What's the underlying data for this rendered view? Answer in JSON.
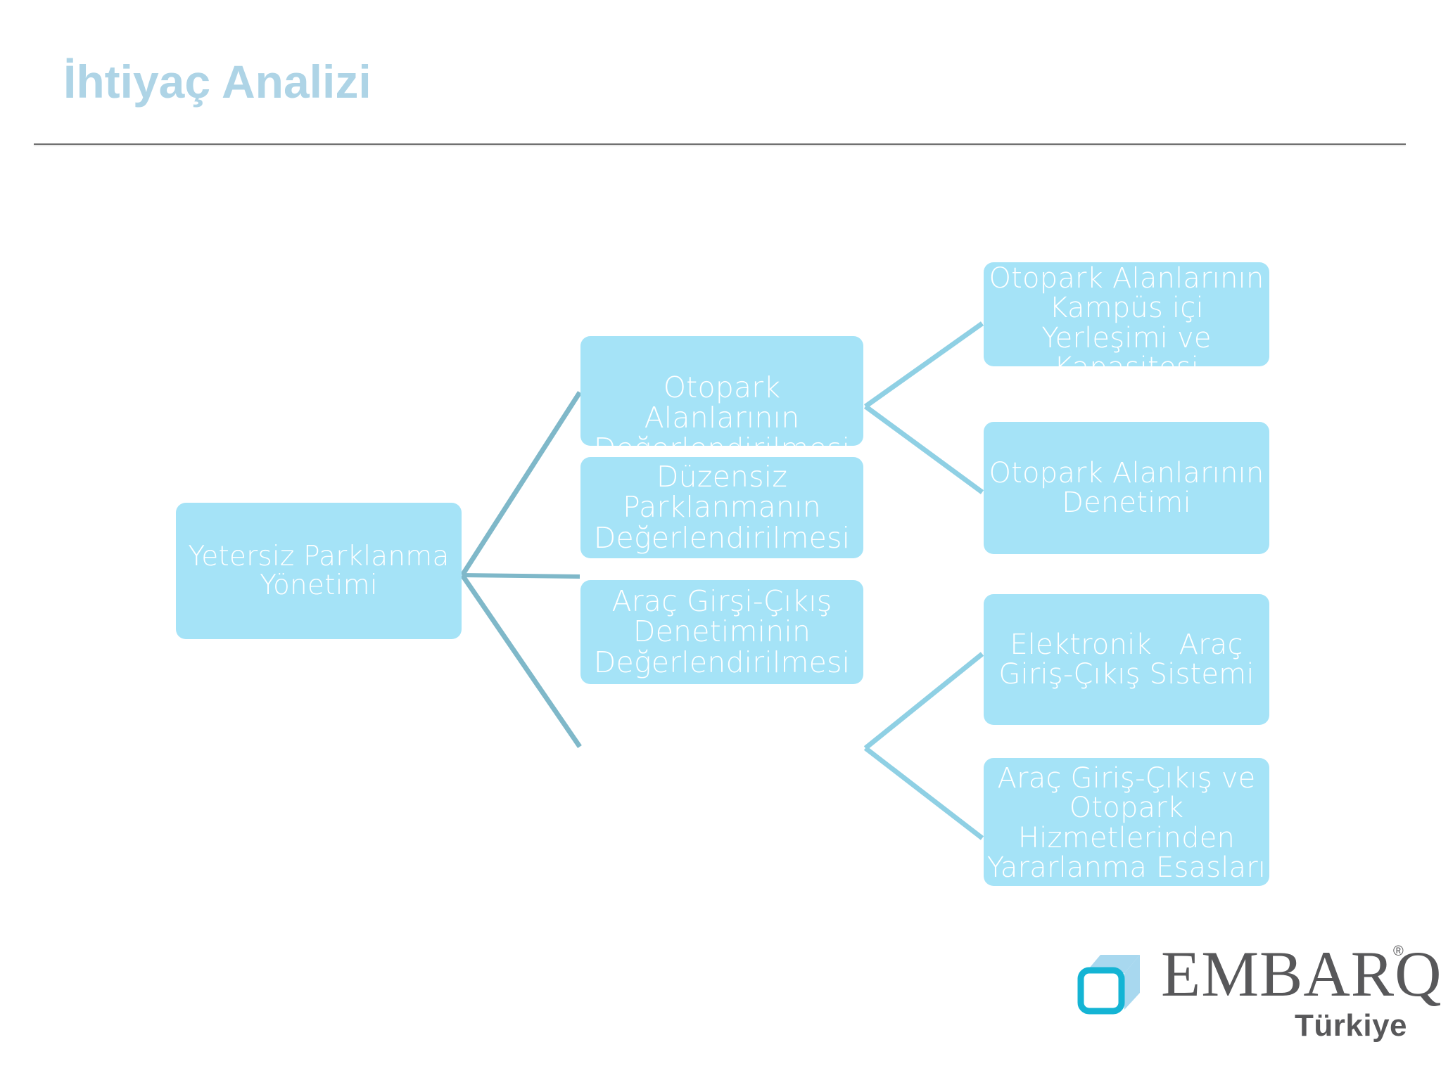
{
  "slide": {
    "title": "İhtiyaç Analizi",
    "title_color": "#aed4e6",
    "background_color": "#ffffff",
    "rule_color": "#6f6f6f"
  },
  "diagram": {
    "type": "tree",
    "node_fill": "#a5e3f7",
    "node_text_color": "#ffffff",
    "connector_color": "#8fd0e4",
    "connector_color_dark": "#7fb8c9",
    "root": {
      "id": "root",
      "label": "Yetersiz Parklanma\nYönetimi"
    },
    "level2": [
      {
        "id": "mid-1",
        "label": "Otopark Alanlarının\nDeğerlendirilmesi"
      },
      {
        "id": "mid-2",
        "label": "Düzensiz\nParklanmanın\nDeğerlendirilmesi"
      },
      {
        "id": "mid-3",
        "label": "Araç Girşi-Çıkış\nDenetiminin\nDeğerlendirilmesi"
      }
    ],
    "level3": [
      {
        "id": "leaf-1",
        "parent": "mid-1",
        "label": "Otopark Alanlarının\nKampüs içi\nYerleşimi ve\nKapasitesi"
      },
      {
        "id": "leaf-2",
        "parent": "mid-1",
        "label": "Otopark Alanlarının\nDenetimi"
      },
      {
        "id": "leaf-3",
        "parent": "mid-3",
        "label": "Elektronik   Araç\nGiriş-Çıkış Sistemi"
      },
      {
        "id": "leaf-4",
        "parent": "mid-3",
        "label": "Araç Giriş-Çıkış ve\nOtopark\nHizmetlerinden\nYararlanma Esasları"
      }
    ]
  },
  "logo": {
    "wordmark": "EMBARQ",
    "registered": "®",
    "subtitle": "Türkiye",
    "mark_front_color": "#14b4d4",
    "mark_back_color": "#a8d8ef",
    "text_color": "#58585a"
  }
}
